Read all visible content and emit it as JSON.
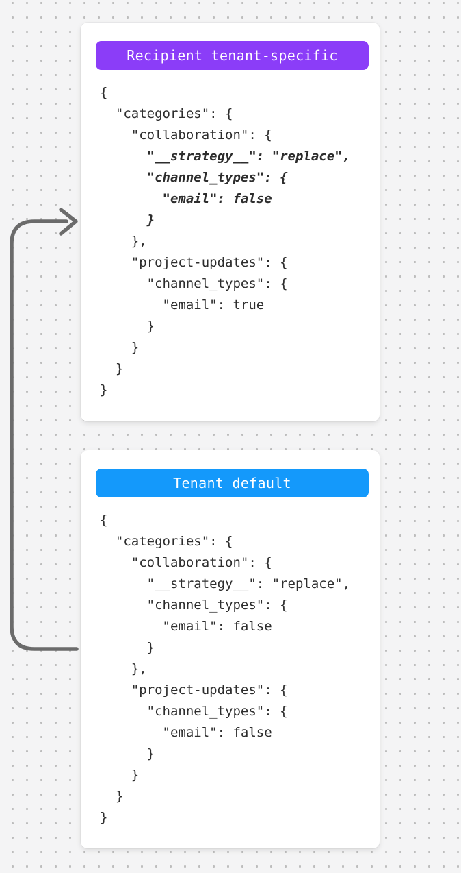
{
  "arrow": {
    "name": "merge-direction-arrow",
    "color": "#6b6b6b",
    "from": "tenant-default-card",
    "to": "recipient-tenant-specific-card"
  },
  "theme": {
    "background": "#f4f4f5",
    "dot_color": "#bdbdbd",
    "card_background": "#ffffff",
    "code_text_color": "#2d2d2d"
  },
  "cards": [
    {
      "badge": {
        "label": "Recipient tenant-specific",
        "color": "#8b3df8",
        "text_color": "#ffffff"
      },
      "code_lines": [
        {
          "text": "{"
        },
        {
          "text": "  \"categories\": {"
        },
        {
          "text": "    \"collaboration\": {"
        },
        {
          "text": "      \"__strategy__\": \"replace\",",
          "emphasis": true
        },
        {
          "text": "      \"channel_types\": {",
          "emphasis": true
        },
        {
          "text": "        \"email\": false",
          "emphasis": true
        },
        {
          "text": "      }",
          "emphasis": true
        },
        {
          "text": "    },"
        },
        {
          "text": "    \"project-updates\": {"
        },
        {
          "text": "      \"channel_types\": {"
        },
        {
          "text": "        \"email\": true"
        },
        {
          "text": "      }"
        },
        {
          "text": "    }"
        },
        {
          "text": "  }"
        },
        {
          "text": "}"
        }
      ]
    },
    {
      "badge": {
        "label": "Tenant default",
        "color": "#1499fb",
        "text_color": "#ffffff"
      },
      "code_lines": [
        {
          "text": "{"
        },
        {
          "text": "  \"categories\": {"
        },
        {
          "text": "    \"collaboration\": {"
        },
        {
          "text": "      \"__strategy__\": \"replace\","
        },
        {
          "text": "      \"channel_types\": {"
        },
        {
          "text": "        \"email\": false"
        },
        {
          "text": "      }"
        },
        {
          "text": "    },"
        },
        {
          "text": "    \"project-updates\": {"
        },
        {
          "text": "      \"channel_types\": {"
        },
        {
          "text": "        \"email\": false"
        },
        {
          "text": "      }"
        },
        {
          "text": "    }"
        },
        {
          "text": "  }"
        },
        {
          "text": "}"
        }
      ]
    }
  ]
}
